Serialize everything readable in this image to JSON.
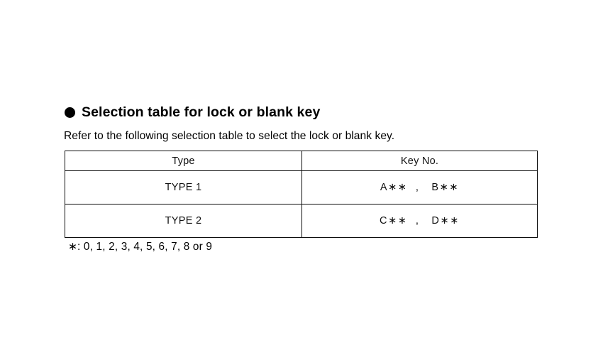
{
  "page": {
    "background_color": "#ffffff",
    "text_color": "#000000"
  },
  "heading": {
    "bullet_icon": "filled-circle-bullet",
    "text": "Selection table for lock or blank key"
  },
  "intro": {
    "text": "Refer to the following selection table to select the lock or blank key."
  },
  "table": {
    "border_color": "#0d0d0d",
    "columns": [
      {
        "key": "type",
        "header": "Type"
      },
      {
        "key": "key_no",
        "header": "Key No."
      }
    ],
    "rows": [
      {
        "type": "TYPE 1",
        "key_no": "A∗∗  ,   B∗∗"
      },
      {
        "type": "TYPE 2",
        "key_no": "C∗∗  ,   D∗∗"
      }
    ]
  },
  "footnote": {
    "text": "∗: 0, 1, 2, 3, 4, 5, 6, 7, 8 or 9"
  }
}
